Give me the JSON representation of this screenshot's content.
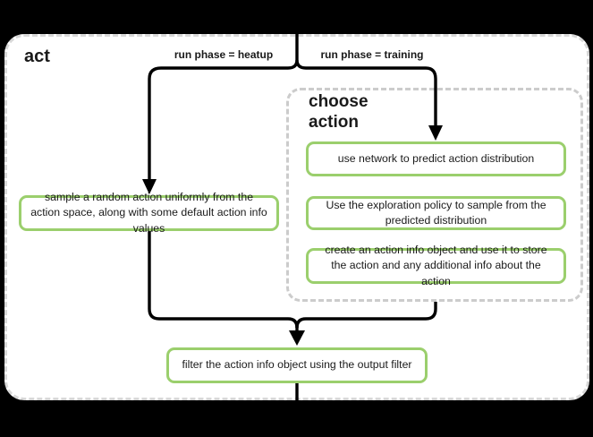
{
  "colors": {
    "background": "#000000",
    "panel_bg": "#ffffff",
    "panel_border": "#d8d8d8",
    "group_border": "#cccccc",
    "node_border": "#9bcf6d",
    "line": "#000000",
    "text": "#1a1a1a"
  },
  "panel": {
    "title": "act"
  },
  "branches": {
    "heatup_label": "run phase = heatup",
    "training_label": "run phase = training"
  },
  "group": {
    "title": "choose action"
  },
  "nodes": {
    "sample_random": "sample a random action uniformly from the action space, along with some default action info values",
    "use_network": "use network to predict action distribution",
    "exploration_policy": "Use the exploration policy to sample from the predicted distribution",
    "create_action_info": "create an action info object and use it to store the action and any additional info about the action",
    "filter_output": "filter the action info object using the output filter"
  }
}
